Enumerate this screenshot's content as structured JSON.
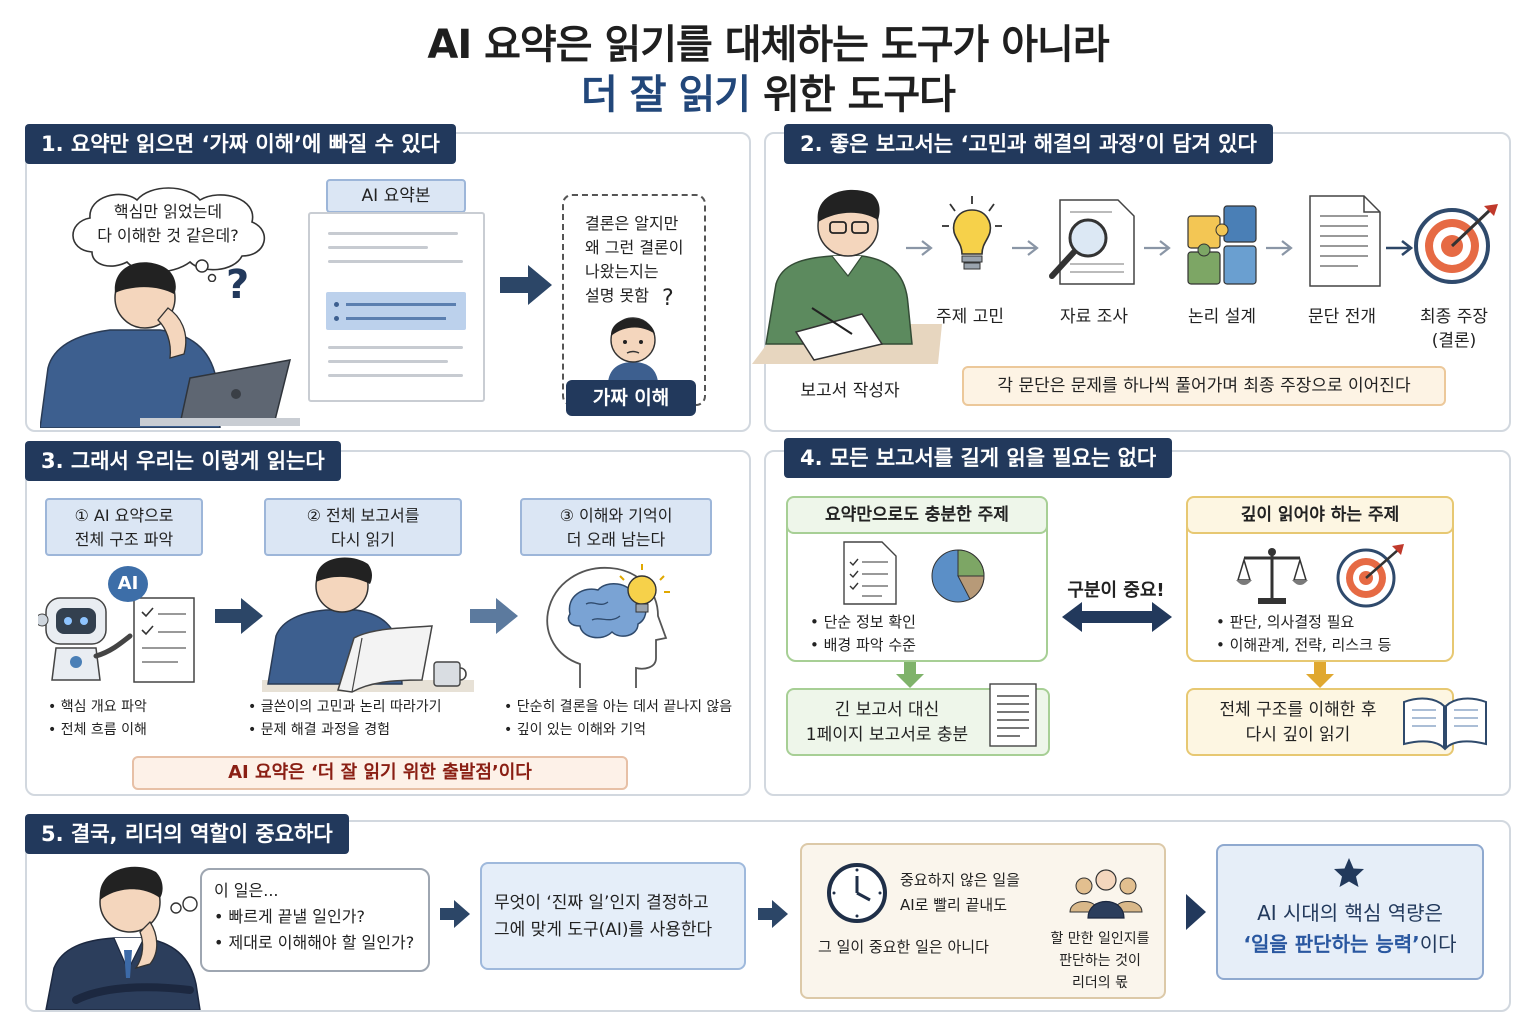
{
  "header": {
    "line1": "AI 요약은 읽기를 대체하는 도구가 아니라",
    "line2_highlight": "더 잘 읽기",
    "line2_rest": " 위한 도구다"
  },
  "s1": {
    "title": "1. 요약만 읽으면 ‘가짜 이해’에 빠질 수 있다",
    "thought_line1": "핵심만 읽었는데",
    "thought_line2": "다 이해한 것 같은데?",
    "qmark": "?",
    "summary_label": "AI 요약본",
    "note_line1": "결론은 알지만",
    "note_line2": "왜 그런 결론이",
    "note_line3": "나왔는지는",
    "note_line4": "설명 못함",
    "note_q": "?",
    "fake_label": "가짜 이해"
  },
  "s2": {
    "title": "2. 좋은 보고서는 ‘고민과 해결의 과정’이 담겨 있다",
    "writer": "보고서 작성자",
    "steps": [
      "주제 고민",
      "자료 조사",
      "논리 설계",
      "문단 전개",
      "최종 주장"
    ],
    "last_sub": "(결론)",
    "note": "각 문단은 문제를 하나씩 풀어가며 최종 주장으로 이어진다"
  },
  "s3": {
    "title": "3. 그래서 우리는 이렇게 읽는다",
    "step1_l1": "① AI 요약으로",
    "step1_l2": "전체 구조 파악",
    "step2_l1": "② 전체 보고서를",
    "step2_l2": "다시 읽기",
    "step3_l1": "③ 이해와 기억이",
    "step3_l2": "더 오래 남는다",
    "ai_badge": "AI",
    "b1": [
      "핵심 개요 파악",
      "전체 흐름 이해"
    ],
    "b2": [
      "글쓴이의 고민과 논리 따라가기",
      "문제 해결 과정을 경험"
    ],
    "b3": [
      "단순히 결론을 아는 데서 끝나지 않음",
      "깊이 있는 이해와 기억"
    ],
    "footer": "AI 요약은 ‘더 잘 읽기 위한 출발점’이다"
  },
  "s4": {
    "title": "4. 모든 보고서를 길게 읽을 필요는 없다",
    "left_head": "요약만으로도 충분한 주제",
    "left_bullets": [
      "단순 정보 확인",
      "배경 파악 수준"
    ],
    "left_result_l1": "긴 보고서 대신",
    "left_result_l2": "1페이지 보고서로 충분",
    "middle": "구분이 중요!",
    "right_head": "깊이 읽어야 하는 주제",
    "right_bullets": [
      "판단, 의사결정 필요",
      "이해관계, 전략, 리스크 등"
    ],
    "right_result_l1": "전체 구조를 이해한 후",
    "right_result_l2": "다시 깊이 읽기"
  },
  "s5": {
    "title": "5. 결국, 리더의 역할이 중요하다",
    "bubble_head": "이 일은...",
    "bubble_items": [
      "빠르게 끝낼 일인가?",
      "제대로 이해해야 할 일인가?"
    ],
    "decide_l1": "무엇이 ‘진짜 일’인지 결정하고",
    "decide_l2": "그에 맞게 도구(AI)를 사용한다",
    "clock_l1": "중요하지 않은 일을",
    "clock_l2": "AI로 빨리 끝내도",
    "clock_l3": "그 일이 중요한 일은 아니다",
    "people_l1": "할 만한 일인지를",
    "people_l2": "판단하는 것이",
    "people_l3": "리더의 몫",
    "final_l1": "AI 시대의 핵심 역량은",
    "final_hl": "‘일을 판단하는 능력’",
    "final_rest": "이다"
  },
  "colors": {
    "navy": "#22395c",
    "accent_blue": "#22477a",
    "arrow": "#34506f",
    "red_text": "#8a1f14"
  }
}
